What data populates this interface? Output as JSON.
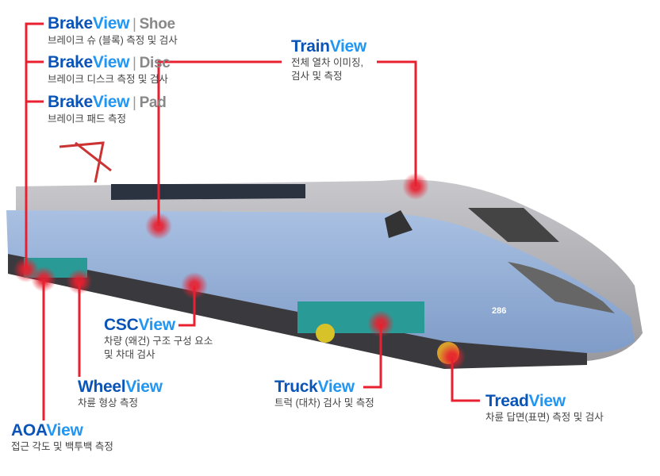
{
  "products": [
    {
      "id": "brake-shoe",
      "brand": "Brake",
      "view": "View",
      "sub": "Shoe",
      "desc": "브레이크 슈 (블록) 측정 및 검사"
    },
    {
      "id": "brake-disc",
      "brand": "Brake",
      "view": "View",
      "sub": "Disc",
      "desc": "브레이크 디스크 측정 및 검사"
    },
    {
      "id": "brake-pad",
      "brand": "Brake",
      "view": "View",
      "sub": "Pad",
      "desc": "브레이크 패드 측정"
    },
    {
      "id": "train",
      "brand": "Train",
      "view": "View",
      "desc": "전체 열차 이미징,",
      "desc2": "검사 및 측정"
    },
    {
      "id": "csc",
      "brand": "CSC",
      "view": "View",
      "desc": "차량 (왜건) 구조 구성 요소",
      "desc2": "및 차대 검사"
    },
    {
      "id": "wheel",
      "brand": "Wheel",
      "view": "View",
      "desc": "차륜 형상 측정"
    },
    {
      "id": "aoa",
      "brand": "AOA",
      "view": "View",
      "desc": "접근 각도 및 백투백 측정"
    },
    {
      "id": "truck",
      "brand": "Truck",
      "view": "View",
      "desc": "트럭 (대차) 검사 및 측정"
    },
    {
      "id": "tread",
      "brand": "Tread",
      "view": "View",
      "desc": "차륜 답면(표면) 측정 및 검사"
    }
  ],
  "train_number": "286",
  "colors": {
    "line": "#e8202f",
    "brand_dark": "#0a54b8",
    "brand_light": "#2196f3",
    "body_blue": "#9db4d8"
  }
}
